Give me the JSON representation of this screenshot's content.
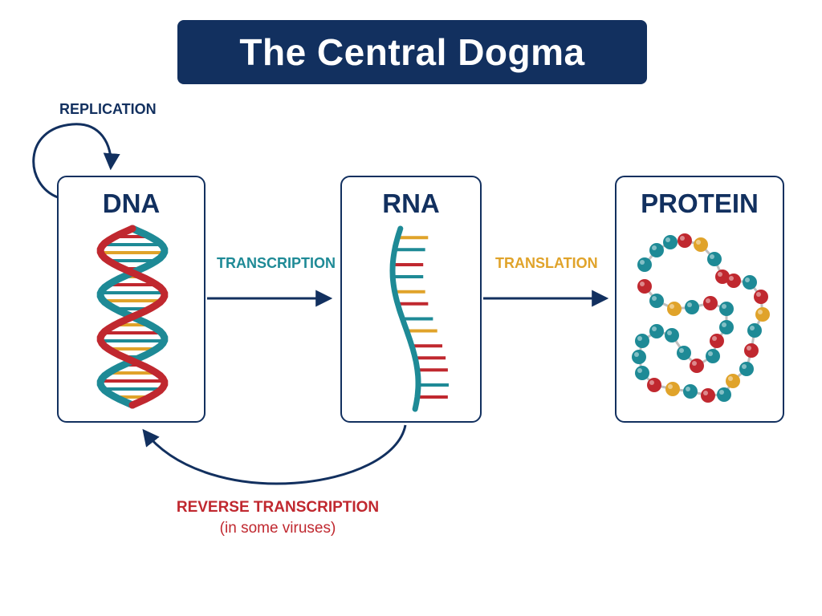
{
  "title": "The Central Dogma",
  "colors": {
    "navy": "#12305f",
    "teal": "#1e8a96",
    "red": "#c0282f",
    "gold": "#e0a32a"
  },
  "boxes": {
    "dna": "DNA",
    "rna": "RNA",
    "protein": "PROTEIN"
  },
  "processes": {
    "replication": "REPLICATION",
    "transcription": "TRANSCRIPTION",
    "translation": "TRANSLATION",
    "reverse_transcription": "REVERSE TRANSCRIPTION",
    "reverse_transcription_note": "(in some viruses)"
  },
  "icons": {
    "dna": "double-helix-icon",
    "rna": "single-strand-rna-icon",
    "protein": "amino-acid-chain-icon"
  }
}
